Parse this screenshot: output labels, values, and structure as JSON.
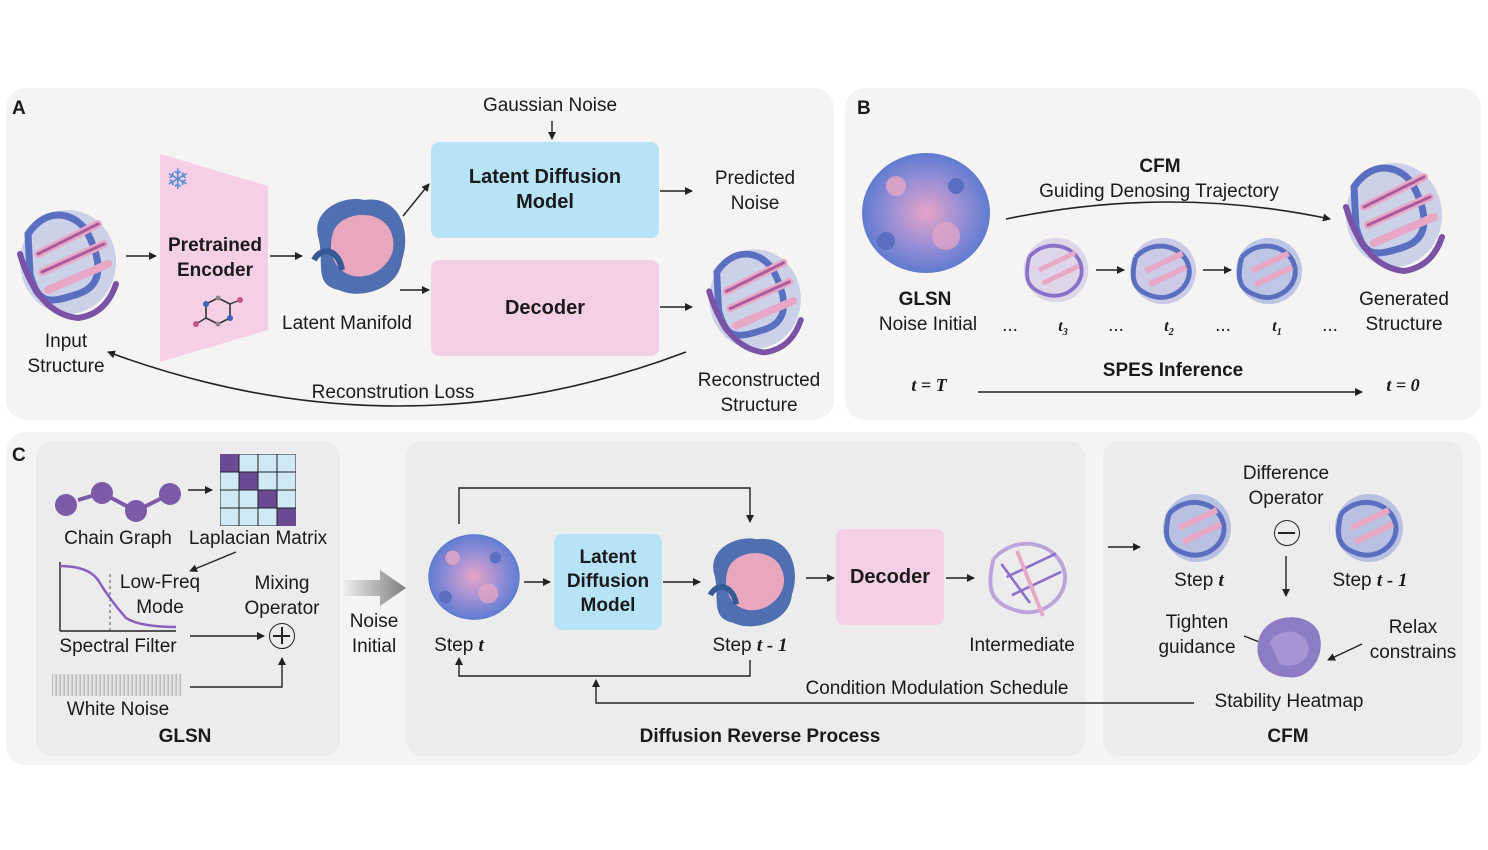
{
  "panels": {
    "a": "A",
    "b": "B",
    "c": "C"
  },
  "panel_a": {
    "gaussian_noise": "Gaussian Noise",
    "encoder": [
      "Pretrained",
      "Encoder"
    ],
    "latent_diffusion": [
      "Latent Diffusion",
      "Model"
    ],
    "decoder": "Decoder",
    "predicted_noise": [
      "Predicted",
      "Noise"
    ],
    "latent_manifold": "Latent Manifold",
    "input_structure": [
      "Input",
      "Structure"
    ],
    "reconstructed_structure": [
      "Reconstructed",
      "Structure"
    ],
    "reconstruction_loss": "Reconstrution Loss"
  },
  "panel_b": {
    "cfm": "CFM",
    "guiding": "Guiding Denosing Trajectory",
    "glsn": "GLSN",
    "noise_initial": "Noise Initial",
    "generated_structure": [
      "Generated",
      "Structure"
    ],
    "ellipsis": "...",
    "t3": "t",
    "t3_sub": "3",
    "t2": "t",
    "t2_sub": "2",
    "t1": "t",
    "t1_sub": "1",
    "spes_inference": "SPES Inference",
    "t_start": "t = T",
    "t_end": "t = 0"
  },
  "panel_c": {
    "chain_graph": "Chain Graph",
    "laplacian_matrix": "Laplacian Matrix",
    "low_freq_mode": [
      "Low-Freq",
      "Mode"
    ],
    "mixing_operator": [
      "Mixing",
      "Operator"
    ],
    "spectral_filter": "Spectral Filter",
    "white_noise": "White Noise",
    "glsn_title": "GLSN",
    "noise_initial": [
      "Noise",
      "Initial"
    ],
    "latent_diffusion": [
      "Latent",
      "Diffusion",
      "Model"
    ],
    "decoder": "Decoder",
    "step_t": "Step ",
    "step_t_var": "t",
    "step_t1": "Step ",
    "step_t1_var": "t - 1",
    "intermediate": "Intermediate",
    "condition_modulation": "Condition Modulation Schedule",
    "diffusion_reverse_title": "Diffusion Reverse Process",
    "difference_operator": [
      "Difference",
      "Operator"
    ],
    "cfm_step_t": "Step ",
    "cfm_step_t_var": "t",
    "cfm_step_t1": "Step ",
    "cfm_step_t1_var": "t - 1",
    "tighten_guidance": [
      "Tighten",
      "guidance"
    ],
    "relax_constrains": [
      "Relax",
      "constrains"
    ],
    "stability_heatmap": "Stability Heatmap",
    "cfm_title": "CFM"
  },
  "colors": {
    "panel_bg": "#f5f4f2",
    "sub_bg": "#ececec",
    "blue_box": "#b6e3f7",
    "pink_box": "#f5cfe6",
    "protein_blue": "#5b6fc0",
    "protein_pink": "#e9a7c6",
    "protein_purple": "#7a52a6"
  },
  "icons": [
    "fire-icon",
    "snowflake-icon",
    "molecule-icon",
    "protein-structure-icon",
    "latent-blob-icon",
    "oplus-icon",
    "ominus-icon"
  ]
}
